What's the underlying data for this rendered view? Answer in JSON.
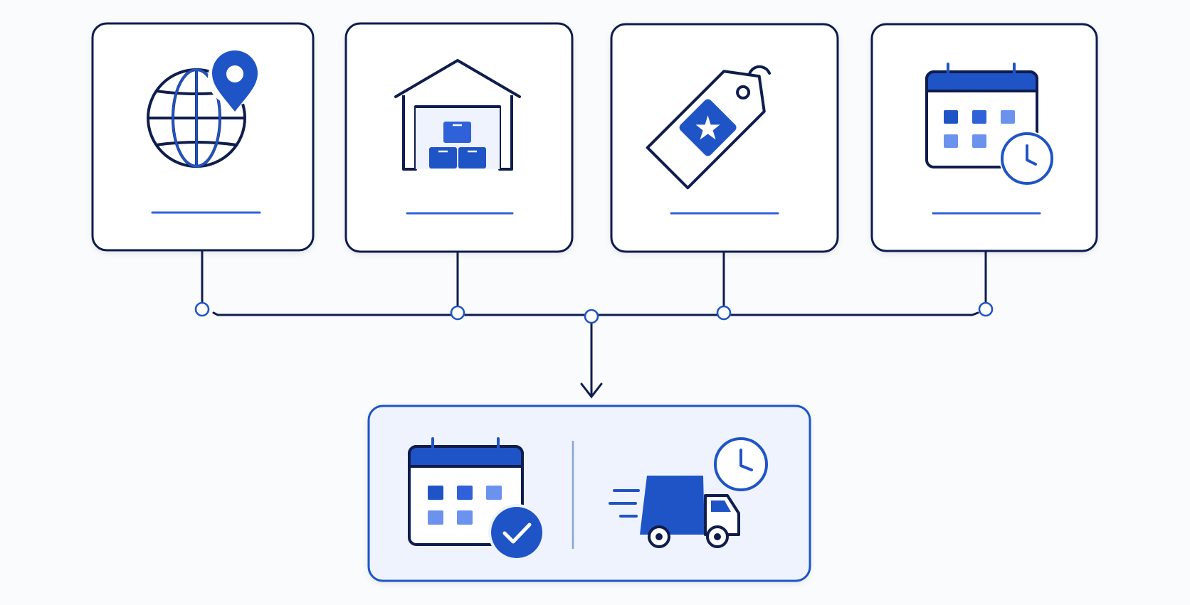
{
  "colors": {
    "navy": "#0f1d4d",
    "blue": "#1f54c6",
    "blue_mid": "#2f62d9",
    "blue_light": "#6b93ee",
    "card_bg": "#ffffff",
    "output_bg": "#eef3fd",
    "page_bg": "#fafbfd"
  },
  "inputs": [
    {
      "id": "region",
      "icon": "globe-location-pin-icon"
    },
    {
      "id": "warehouse",
      "icon": "warehouse-boxes-icon"
    },
    {
      "id": "product",
      "icon": "price-tag-star-icon"
    },
    {
      "id": "order-time",
      "icon": "calendar-clock-icon"
    }
  ],
  "output": {
    "left_icon": "calendar-check-icon",
    "right_icon": "delivery-truck-clock-icon"
  }
}
